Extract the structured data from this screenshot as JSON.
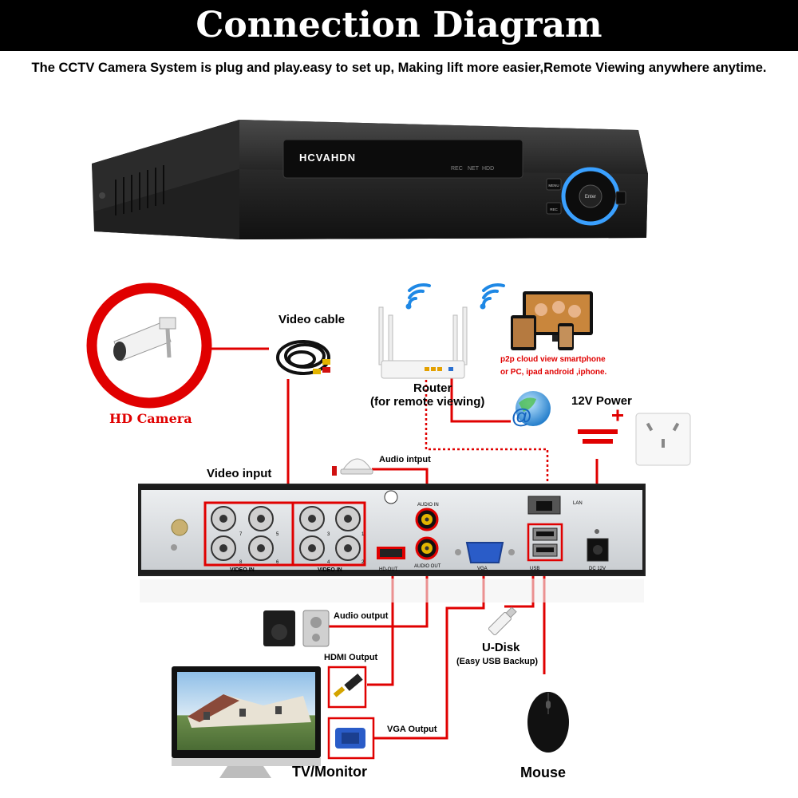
{
  "header": {
    "title": "Connection Diagram",
    "subtitle": "The CCTV Camera System is plug and play.easy to set up, Making lift more easier,Remote Viewing anywhere anytime."
  },
  "dvr": {
    "brand": "HCVAHDN",
    "indicators": [
      "REC",
      "NET",
      "HDD"
    ],
    "menu_button": "MENU",
    "rec_button": "REC",
    "enter_button": "Enter"
  },
  "labels": {
    "hd_camera": "HD Camera",
    "video_cable": "Video cable",
    "router": "Router",
    "router_note": "(for remote viewing)",
    "p2p_line1": "p2p cloud  view smartphone",
    "p2p_line2": "or PC, ipad android ,iphone.",
    "power": "12V Power",
    "audio_input": "Audio intput",
    "video_input": "Video input",
    "audio_output": "Audio output",
    "hdmi_output": "HDMI Output",
    "vga_output": "VGA Output",
    "udisk": "U-Disk",
    "udisk_note": "(Easy USB Backup)",
    "tv_monitor": "TV/Monitor",
    "mouse": "Mouse"
  },
  "panel": {
    "video_in": "VIDEO IN",
    "audio_in": "AUDIO IN",
    "audio_out": "AUDIO OUT",
    "hd_out": "HD-OUT",
    "vga": "VGA",
    "lan": "LAN",
    "usb": "USB",
    "dc": "DC 12V",
    "channels": [
      "7",
      "5",
      "3",
      "1",
      "8",
      "6",
      "4",
      "2"
    ]
  },
  "colors": {
    "banner_bg": "#000000",
    "connector_red": "#e00000",
    "camera_ring": "#e00000",
    "dvr_body": "#1e1e1e",
    "panel_bg": "#d9dde0",
    "blue_led": "#3aa0ff"
  },
  "icons": [
    "camera-icon",
    "cable-icon",
    "router-icon",
    "wifi-icon",
    "devices-icon",
    "globe-icon",
    "power-outlet-icon",
    "dvr-icon",
    "microphone-icon",
    "speaker-icon",
    "monitor-icon",
    "hdmi-plug-icon",
    "vga-plug-icon",
    "usb-stick-icon",
    "mouse-icon"
  ]
}
